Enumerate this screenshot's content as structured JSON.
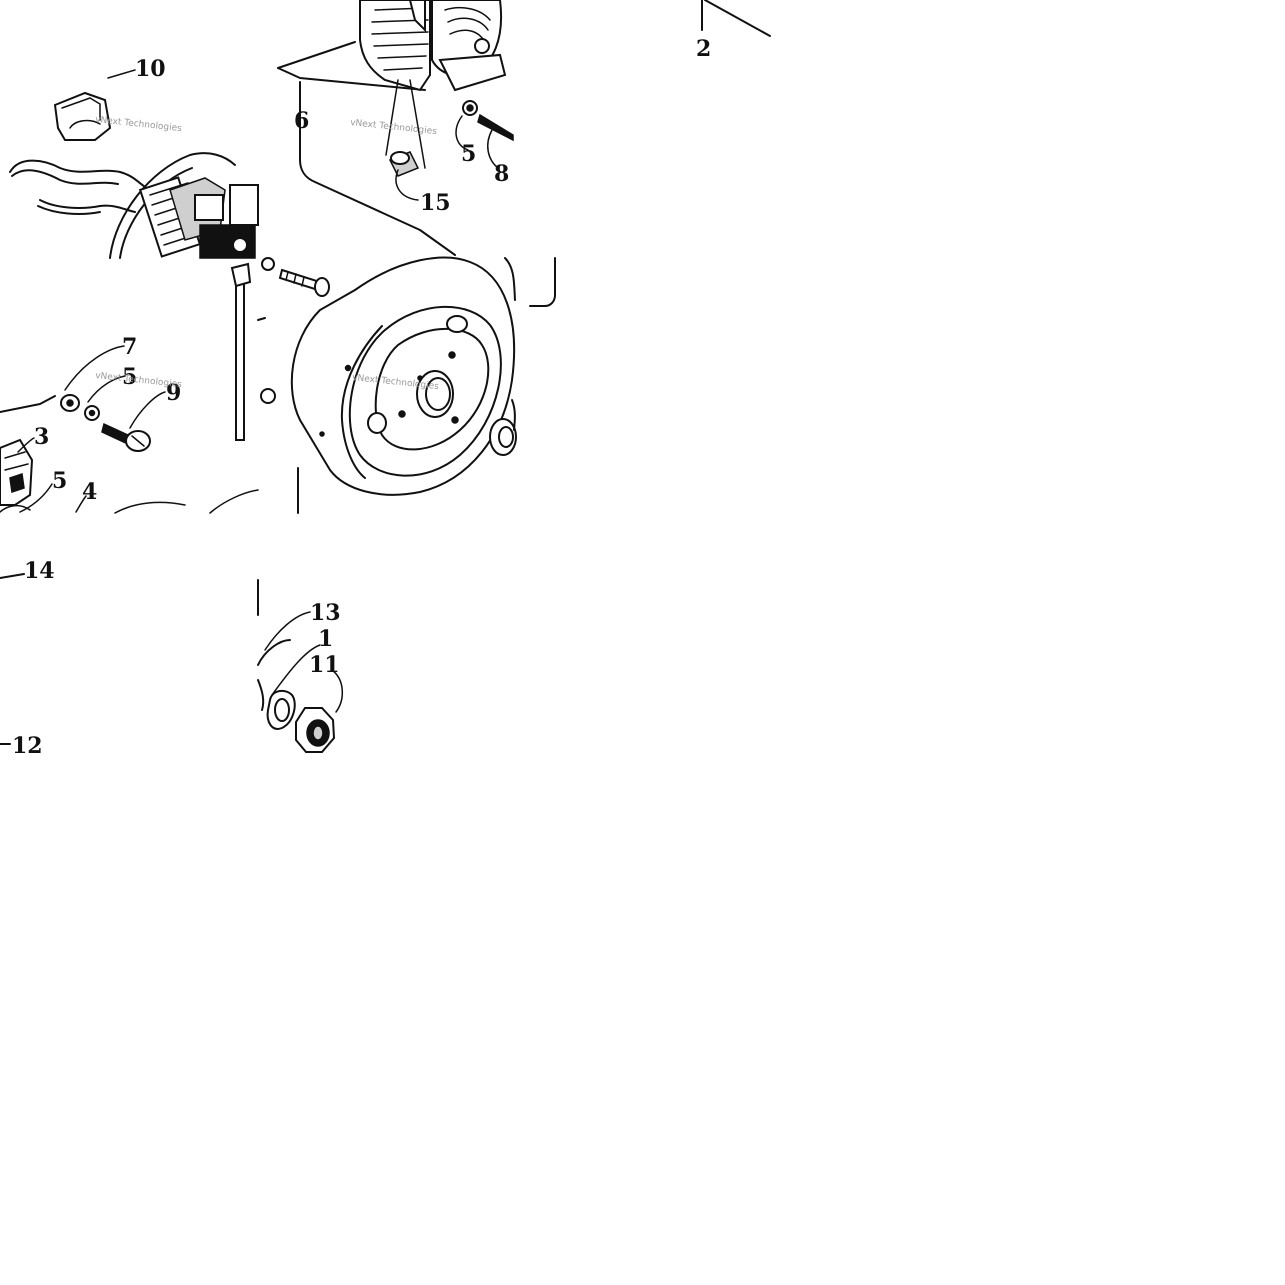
{
  "labels": {
    "p1": "1",
    "p2": "2",
    "p3": "3",
    "p4": "4",
    "p5a": "5",
    "p5b": "5",
    "p5c": "5",
    "p6": "6",
    "p7": "7",
    "p8": "8",
    "p9": "9",
    "p10": "10",
    "p11": "11",
    "p12": "12",
    "p13": "13",
    "p14": "14",
    "p15": "15"
  },
  "watermarks": {
    "w1": "vNext Technologies",
    "w2": "vNext Technologies",
    "w3": "vNext Technologies",
    "w4": "vNext Technologies"
  }
}
